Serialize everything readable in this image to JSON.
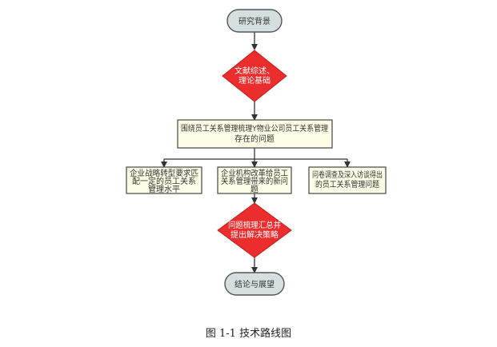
{
  "diagram": {
    "start": "研究背景",
    "decision1": [
      "文献综述、",
      "理论基础"
    ],
    "main_issue": [
      "围绕员工关系管理梳理Y物业公司员工关系管理",
      "存在的问题"
    ],
    "branch_left": [
      "企业战略转型要求匹",
      "配一定的员工关系",
      "管理水平"
    ],
    "branch_mid": [
      "企业机构改革给员工",
      "关系管理带来的新问",
      "题"
    ],
    "branch_right": [
      "问卷调查及深入访谈得出",
      "的员工关系管理问题"
    ],
    "decision2": [
      "问题梳理汇总并",
      "提出解决策略"
    ],
    "end": "结论与展望"
  },
  "caption": "图 1-1 技术路线图",
  "colors": {
    "terminal_fill": "#d6dfe0",
    "terminal_stroke": "#555555",
    "decision_fill": "#ec2d2d",
    "process_fill": "#fefee8",
    "process_stroke": "#444444",
    "arrow": "#333333"
  }
}
